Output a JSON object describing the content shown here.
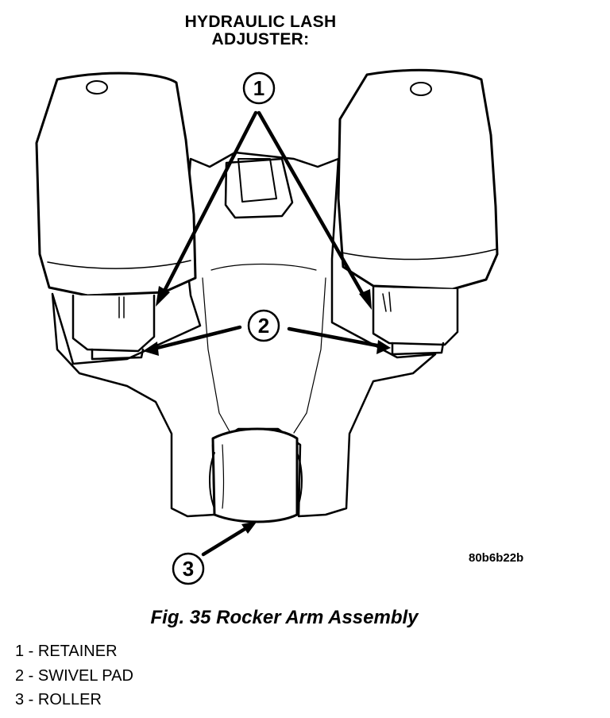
{
  "header": {
    "line1": "HYDRAULIC LASH",
    "line2": "ADJUSTER:"
  },
  "callouts": [
    "1",
    "2",
    "3"
  ],
  "figure_code": "80b6b22b",
  "caption": "Fig. 35 Rocker Arm Assembly",
  "legend": [
    "1 - RETAINER",
    "2 - SWIVEL PAD",
    "3 - ROLLER"
  ],
  "colors": {
    "ink": "#000000",
    "paper": "#ffffff"
  }
}
